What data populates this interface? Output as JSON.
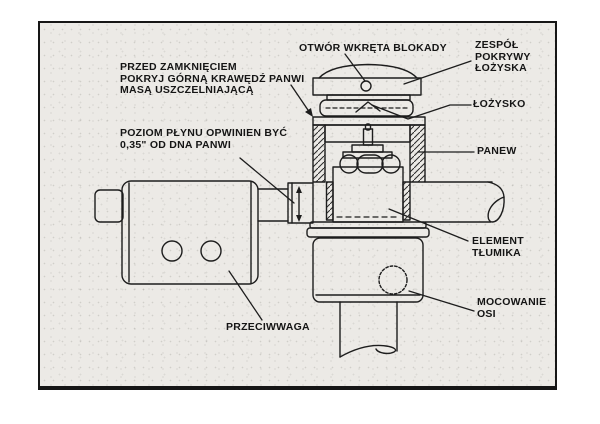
{
  "figure": {
    "kind": "scanned technical assembly diagram",
    "language": "Polish"
  },
  "colors": {
    "line": "#1d1d1d",
    "paper": "#eceae6",
    "page_background": "#ffffff",
    "frame_border": "#161616"
  },
  "annotations": {
    "lock_screw_hole": "OTWÓR WKRĘTA BLOKADY",
    "bearing_cover_assembly": "ZESPÓŁ\nPOKRYWY\nŁOŻYSKA",
    "bearing": "ŁOŻYSKO",
    "sealing_note": "PRZED ZAMKNIĘCIEM\nPOKRYJ GÓRNĄ KRAWĘDŹ PANWI\nMASĄ USZCZELNIAJĄCĄ",
    "fluid_level_note": "POZIOM PŁYNU OPWINIEN BYĆ\n0,35\" OD DNA PANWI",
    "bearing_shell": "PANEW",
    "damper_element": "ELEMENT\nTŁUMIKA",
    "axle_mounting": "MOCOWANIE\nOSI",
    "counterweight": "PRZECIWWAGA"
  }
}
